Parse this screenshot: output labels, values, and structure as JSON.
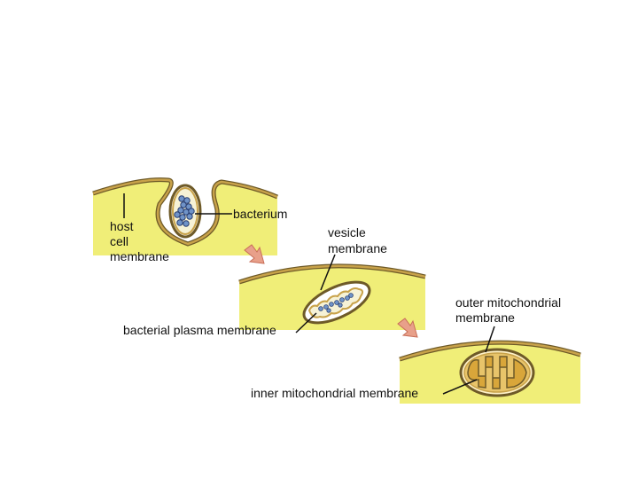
{
  "labels": {
    "host_cell_membrane": [
      "host",
      "cell",
      "membrane"
    ],
    "bacterium": "bacterium",
    "vesicle_membrane": [
      "vesicle",
      "membrane"
    ],
    "bacterial_plasma_membrane": "bacterial plasma membrane",
    "outer_mitochondrial_membrane": [
      "outer mitochondrial",
      "membrane"
    ],
    "inner_mitochondrial_membrane": "inner mitochondrial membrane"
  },
  "colors": {
    "cytoplasm": "#f0ee78",
    "membrane": "#c8a24a",
    "membrane_dark": "#6e5a28",
    "dna": "#6f93c8",
    "arrow": "#e8a08a",
    "mito_fill": "#d9a63a"
  }
}
